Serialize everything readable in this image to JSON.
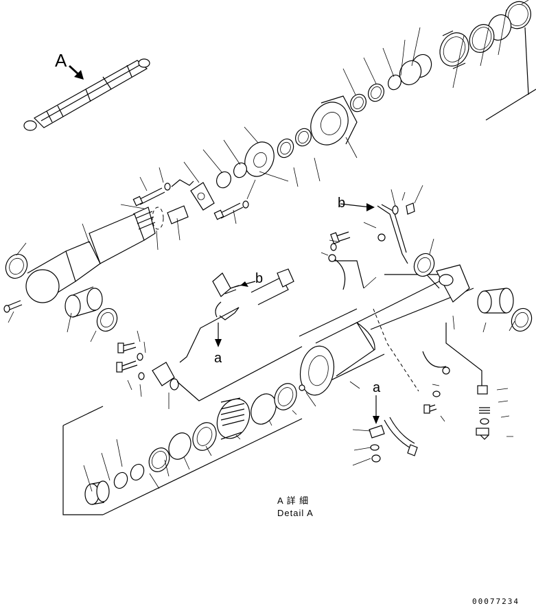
{
  "labels": {
    "view_marker": "A",
    "callout_a": "a",
    "callout_b": "b",
    "detail_jp": "A 詳 細",
    "detail_en": "Detail A",
    "drawing_code": "00077234"
  }
}
